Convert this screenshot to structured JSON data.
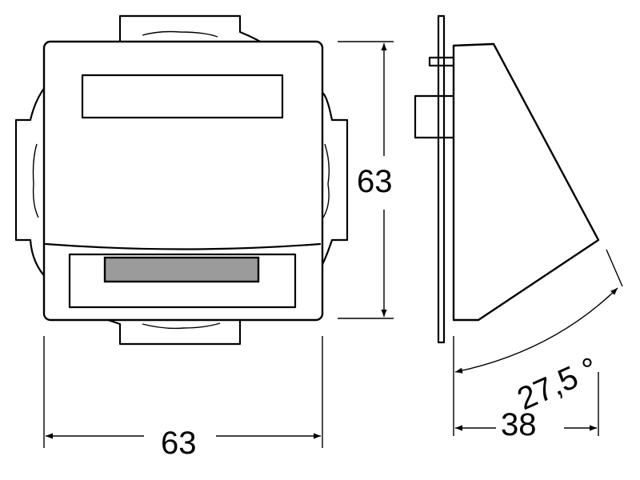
{
  "dimensions": {
    "front_width": "63",
    "front_height": "63",
    "side_depth": "38",
    "tilt_angle": "27,5 °"
  },
  "colors": {
    "line": "#000000",
    "background": "#ffffff",
    "label_window": "#9b9b9b"
  }
}
